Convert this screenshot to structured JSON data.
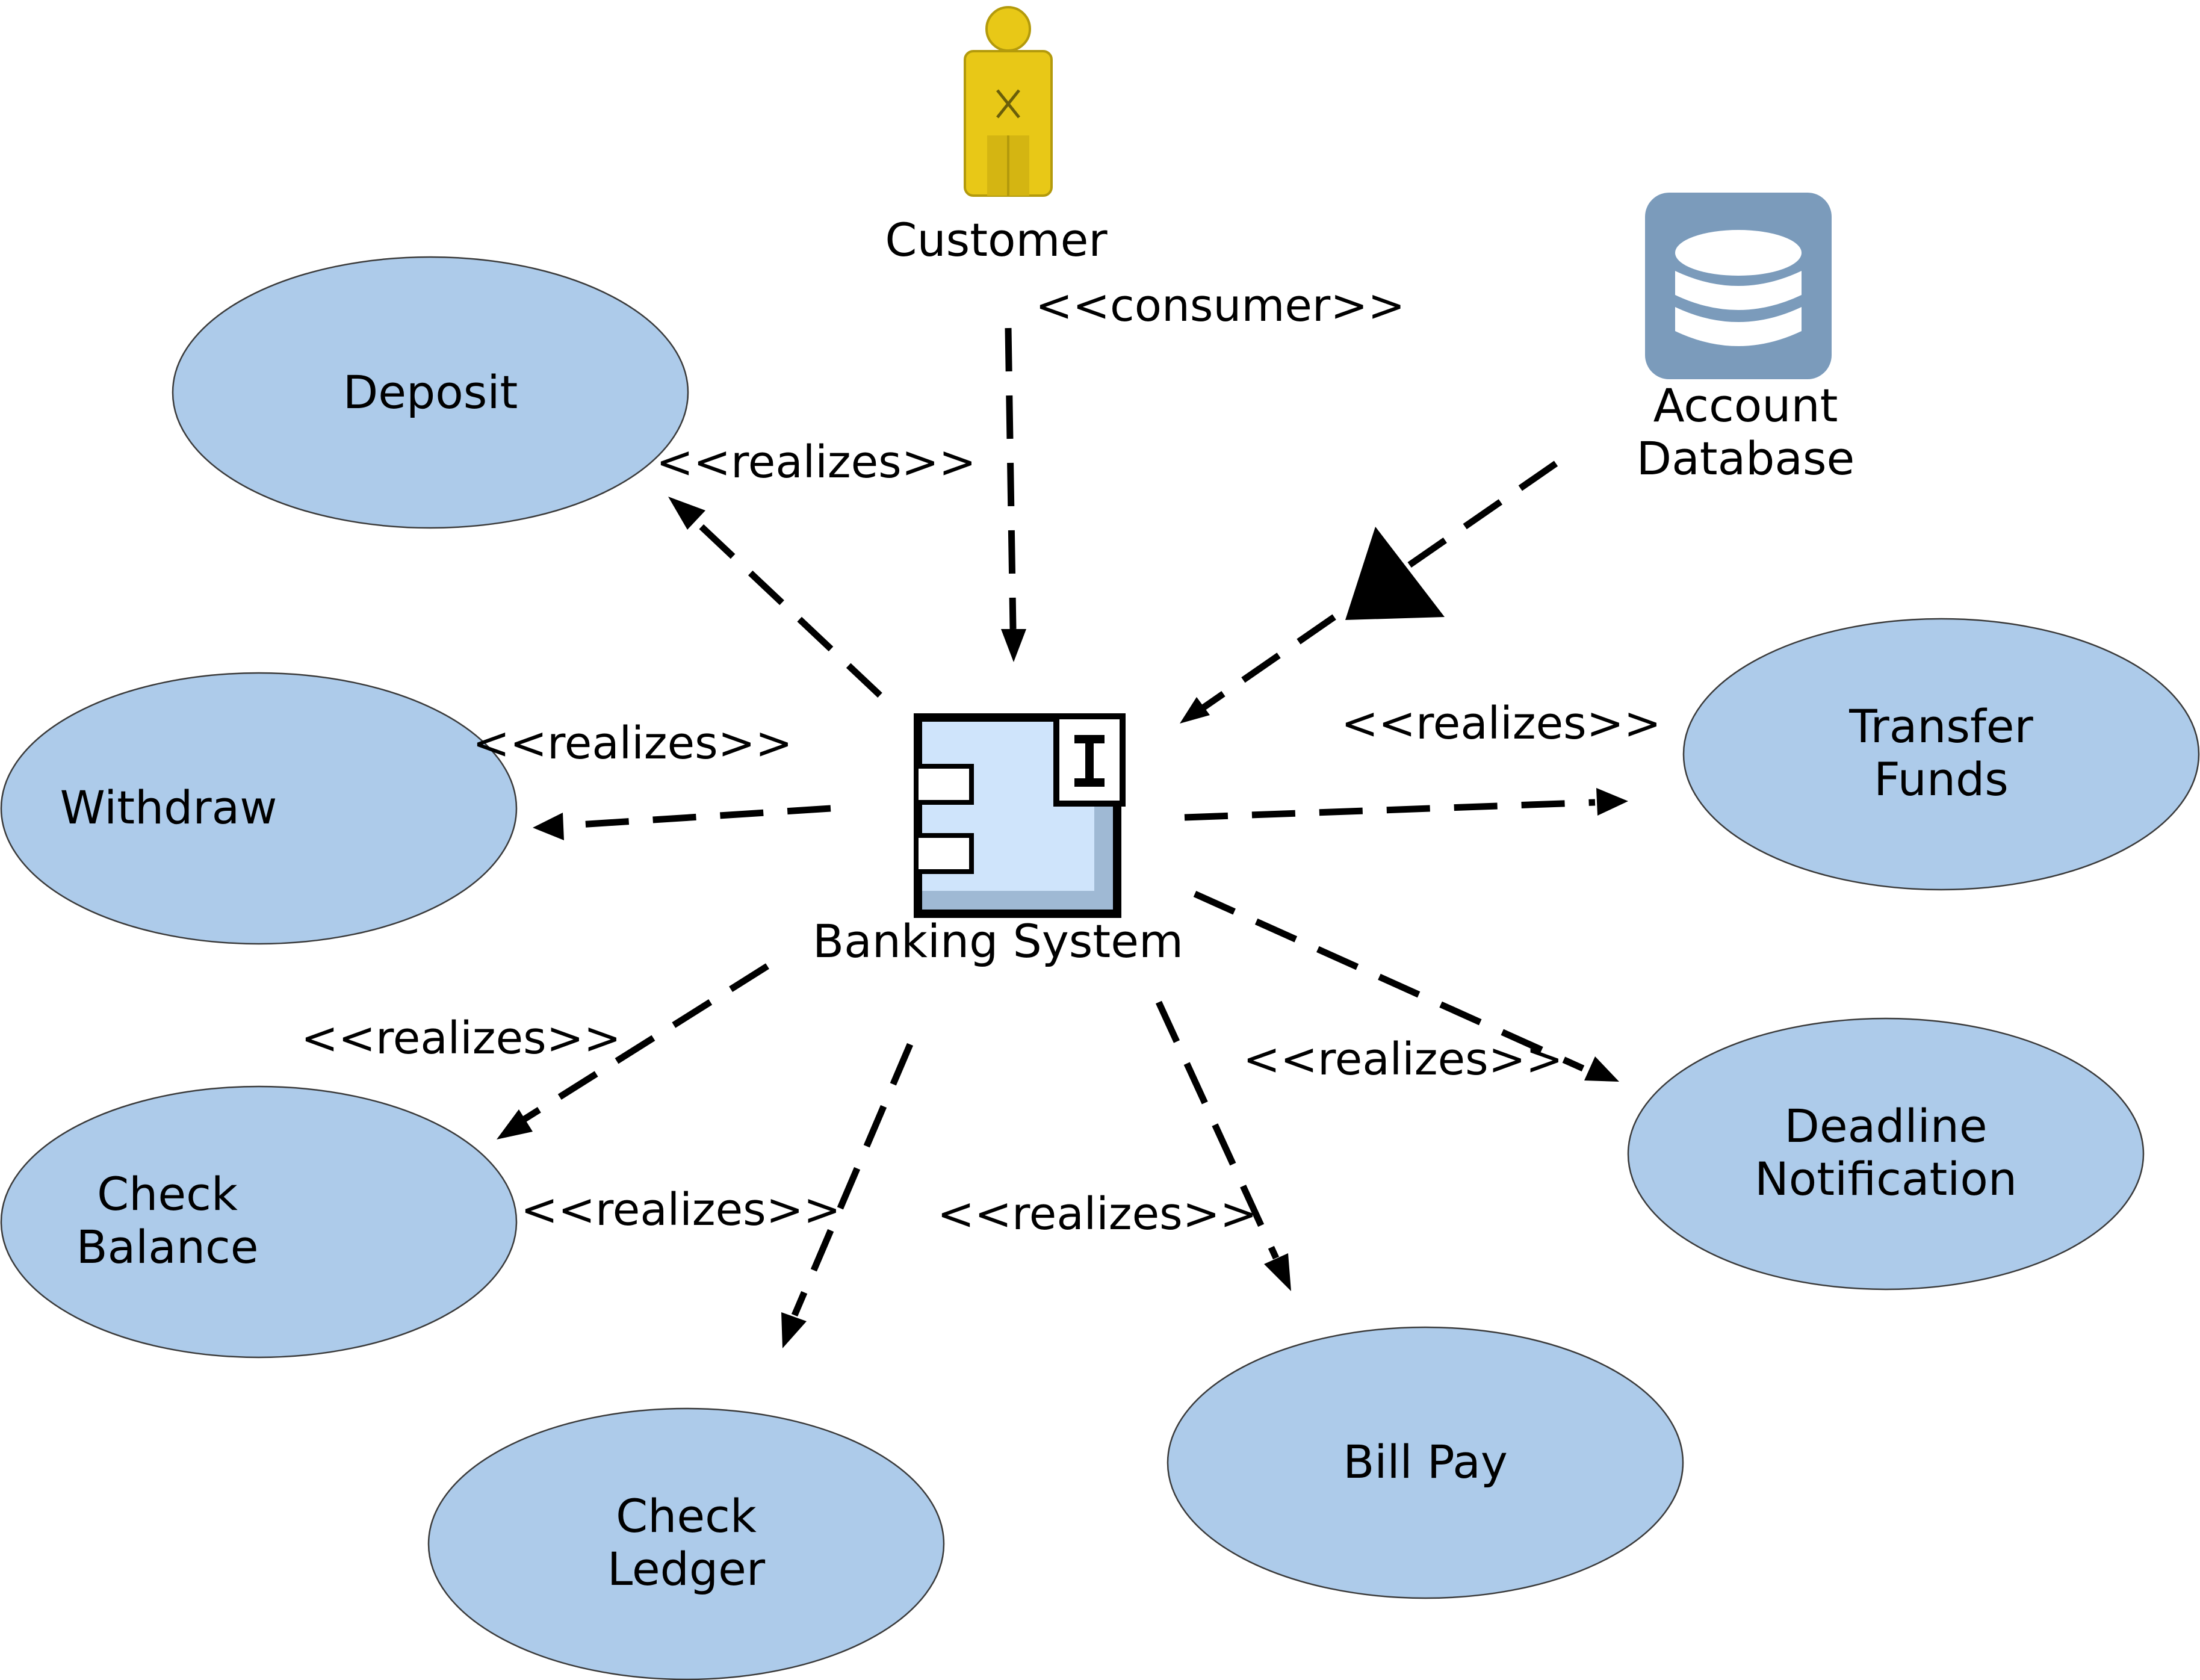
{
  "actors": {
    "customer": {
      "label": "Customer",
      "icon": "user-actor-icon",
      "color": "#e8c817"
    },
    "account_database": {
      "label_line1": "Account",
      "label_line2": "Database",
      "icon": "database-icon",
      "color": "#7b9bbb"
    }
  },
  "component": {
    "label": "Banking System",
    "icon": "component-icon",
    "color": "#cfe4fb"
  },
  "use_cases": {
    "deposit": {
      "line1": "Deposit"
    },
    "withdraw": {
      "line1": "Withdraw"
    },
    "check_balance": {
      "line1": "Check",
      "line2": "Balance"
    },
    "check_ledger": {
      "line1": "Check",
      "line2": "Ledger"
    },
    "bill_pay": {
      "line1": "Bill Pay"
    },
    "deadline_notification": {
      "line1": "Deadline",
      "line2": "Notification"
    },
    "transfer_funds": {
      "line1": "Transfer",
      "line2": "Funds"
    }
  },
  "relationships": {
    "consumer": "<<consumer>>",
    "realizes_deposit": "<<realizes>>",
    "realizes_withdraw": "<<realizes>>",
    "realizes_check_balance": "<<realizes>>",
    "realizes_check_ledger": "<<realizes>>",
    "realizes_bill_pay": "<<realizes>>",
    "realizes_deadline": "<<realizes>>",
    "realizes_transfer": "<<realizes>>"
  },
  "colors": {
    "use_case_fill": "#adcbea",
    "line": "#000000"
  }
}
